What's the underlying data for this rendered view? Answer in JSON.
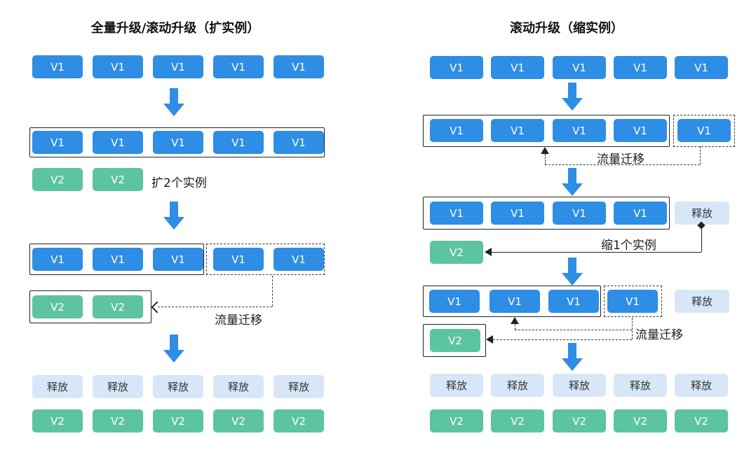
{
  "titles": {
    "left": "全量升级/滚动升级（扩实例）",
    "right": "滚动升级（缩实例）"
  },
  "labels": {
    "v1": "V1",
    "v2": "V2",
    "release": "释放"
  },
  "annotations": {
    "scale_out": "扩2个实例",
    "traffic_left": "流量迁移",
    "traffic_right_top": "流量迁移",
    "scale_in": "缩1个实例",
    "traffic_right_bottom": "流量迁移"
  },
  "colors": {
    "v1_bg": "#2E8DE5",
    "v2_bg": "#5CC4A1",
    "release_bg": "#D8E7F8",
    "release_text": "#30343C",
    "arrow": "#2E8DE5",
    "line": "#222222",
    "text": "#1A1A1A"
  }
}
